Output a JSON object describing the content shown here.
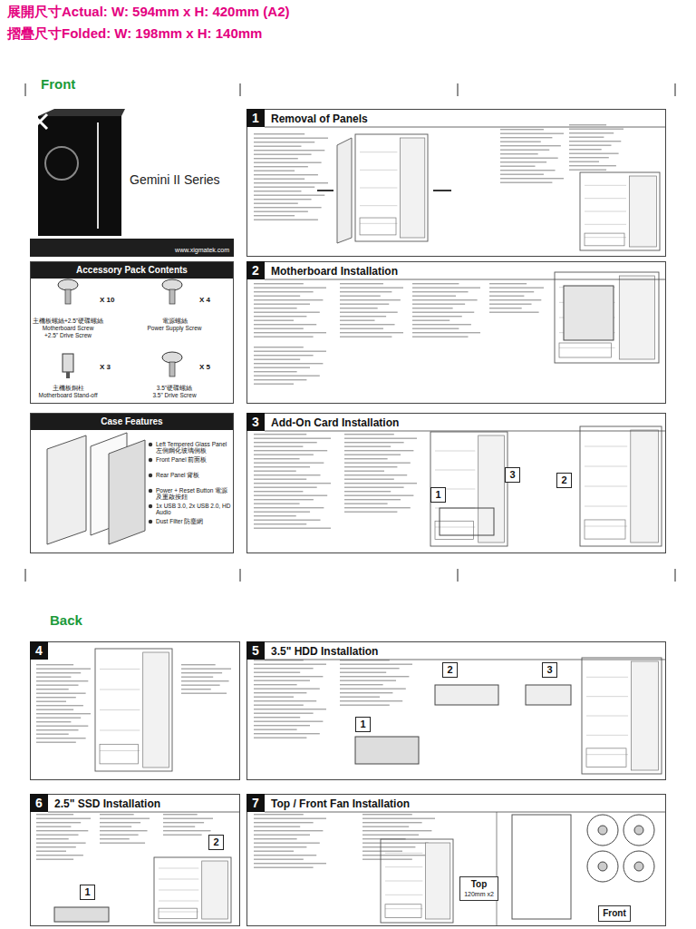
{
  "diagram": {
    "nodes": [
      {
        "text": [
          "Gemini II Series",
          "www.xigmatek.com"
        ]
      },
      {
        "text": [
          "1",
          "Removal of Panels"
        ]
      },
      {
        "text": [
          "Accessory Pack Contents"
        ]
      },
      {
        "text": [
          "2",
          "Motherboard Installation"
        ]
      },
      {
        "text": [
          "Case Features"
        ]
      },
      {
        "text": [
          "3",
          "Add-On Card Installation"
        ]
      },
      {
        "text": [
          "3"
        ],
        "in": 5
      },
      {
        "text": [
          "2"
        ],
        "in": 5
      },
      {
        "text": [
          "1"
        ],
        "in": 5
      },
      {
        "text": [
          "4"
        ]
      },
      {
        "text": [
          "5",
          "3.5\" HDD Installation"
        ]
      },
      {
        "text": [
          "2"
        ],
        "in": 10
      },
      {
        "text": [
          "3"
        ],
        "in": 10
      },
      {
        "text": [
          "1"
        ],
        "in": 10
      },
      {
        "text": [
          "6",
          "2.5\" SSD Installation"
        ]
      },
      {
        "text": [
          "2"
        ],
        "in": 14
      },
      {
        "text": [
          "1"
        ],
        "in": 14
      },
      {
        "text": [
          "7",
          "Top / Front Fan Installation"
        ]
      },
      {
        "text": [
          "Top",
          "120mm x2"
        ],
        "in": 17
      },
      {
        "text": [
          "Front"
        ],
        "in": 17
      }
    ],
    "labels": [
      "展開尺寸Actual: W: 594mm x H: 420mm (A2)",
      "摺疊尺寸Folded: W: 198mm x H: 140mm",
      "Front",
      "X 10",
      "主機板螺絲+2.5\"硬碟螺絲",
      "Motherboard Screw",
      "+2.5\" Drive Screw",
      "X 4",
      "電源螺絲",
      "Power Supply Screw",
      "X 3",
      "主機板銅柱",
      "Motherboard Stand-off",
      "X 5",
      "3.5\"硬碟螺絲",
      "3.5\" Drive Screw",
      "Left Tempered Glass Panel 左側鋼化玻璃側板",
      "Front Panel 前面板",
      "Rear Panel 背板",
      "Power + Reset Button 電源及重啟按鈕",
      "1x USB 3.0, 2x USB 2.0, HD Audio",
      "Dust Filter 防塵網",
      "Back"
    ]
  }
}
